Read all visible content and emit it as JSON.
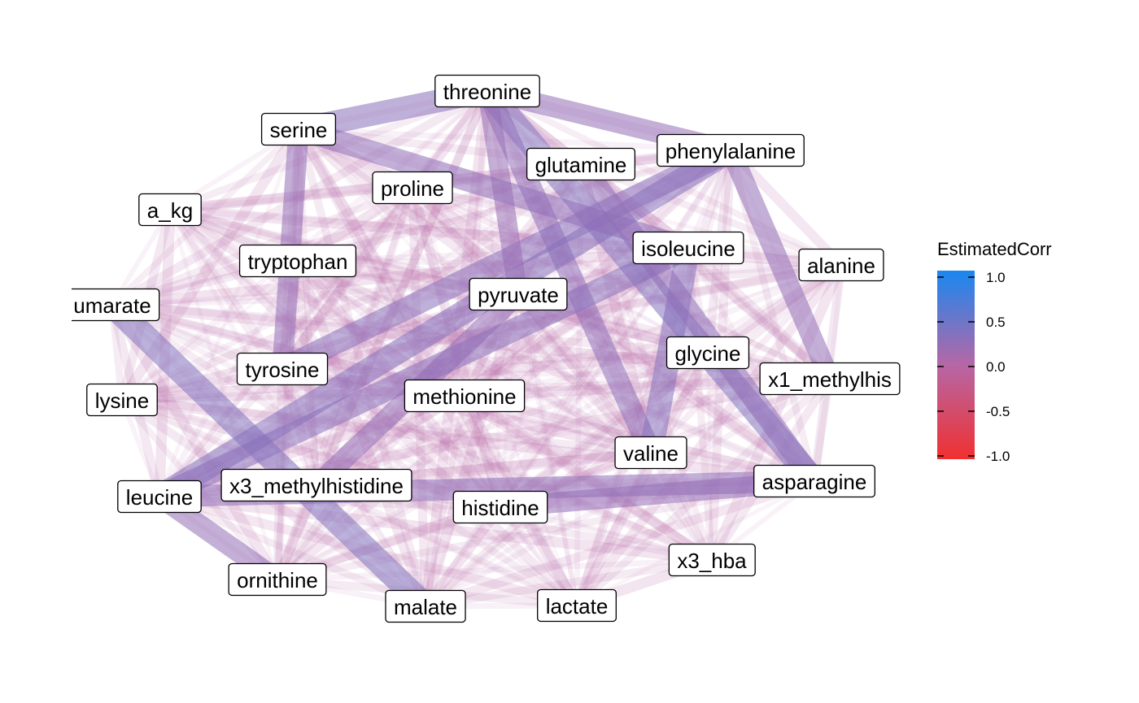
{
  "legend": {
    "title": "EstimatedCorr",
    "ticks": [
      "1.0",
      "0.5",
      "0.0",
      "-0.5",
      "-1.0"
    ],
    "colors": {
      "high": "#1a87f0",
      "mid": "#b667a6",
      "low": "#f03030"
    }
  },
  "nodes": [
    {
      "id": "threonine",
      "label": "threonine"
    },
    {
      "id": "serine",
      "label": "serine"
    },
    {
      "id": "phenylalanine",
      "label": "phenylalanine"
    },
    {
      "id": "glutamine",
      "label": "glutamine"
    },
    {
      "id": "proline",
      "label": "proline"
    },
    {
      "id": "a_kg",
      "label": "a_kg"
    },
    {
      "id": "isoleucine",
      "label": "isoleucine"
    },
    {
      "id": "tryptophan",
      "label": "tryptophan"
    },
    {
      "id": "alanine",
      "label": "alanine"
    },
    {
      "id": "fumarate",
      "label": "umarate"
    },
    {
      "id": "pyruvate",
      "label": "pyruvate"
    },
    {
      "id": "glycine",
      "label": "glycine"
    },
    {
      "id": "x1_methylhistidine",
      "label": "x1_methylhis"
    },
    {
      "id": "tyrosine",
      "label": "tyrosine"
    },
    {
      "id": "lysine",
      "label": "lysine"
    },
    {
      "id": "methionine",
      "label": "methionine"
    },
    {
      "id": "valine",
      "label": "valine"
    },
    {
      "id": "asparagine",
      "label": "asparagine"
    },
    {
      "id": "leucine",
      "label": "leucine"
    },
    {
      "id": "x3_methylhistidine",
      "label": "x3_methylhistidine"
    },
    {
      "id": "histidine",
      "label": "histidine"
    },
    {
      "id": "x3_hba",
      "label": "x3_hba"
    },
    {
      "id": "ornithine",
      "label": "ornithine"
    },
    {
      "id": "malate",
      "label": "malate"
    },
    {
      "id": "lactate",
      "label": "lactate"
    }
  ],
  "strong_edges": [
    [
      "threonine",
      "serine",
      0.5
    ],
    [
      "threonine",
      "asparagine",
      0.6
    ],
    [
      "threonine",
      "valine",
      0.45
    ],
    [
      "threonine",
      "phenylalanine",
      0.4
    ],
    [
      "fumarate",
      "malate",
      0.6
    ],
    [
      "leucine",
      "phenylalanine",
      0.55
    ],
    [
      "leucine",
      "isoleucine",
      0.5
    ],
    [
      "leucine",
      "asparagine",
      0.45
    ],
    [
      "leucine",
      "ornithine",
      0.4
    ],
    [
      "isoleucine",
      "valine",
      0.55
    ],
    [
      "serine",
      "tyrosine",
      0.4
    ],
    [
      "tyrosine",
      "phenylalanine",
      0.5
    ],
    [
      "serine",
      "isoleucine",
      0.45
    ],
    [
      "glutamine",
      "asparagine",
      0.45
    ],
    [
      "phenylalanine",
      "x1_methylhistidine",
      0.4
    ],
    [
      "pyruvate",
      "x3_methylhistidine",
      0.4
    ],
    [
      "threonine",
      "pyruvate",
      0.35
    ],
    [
      "histidine",
      "asparagine",
      0.4
    ]
  ]
}
